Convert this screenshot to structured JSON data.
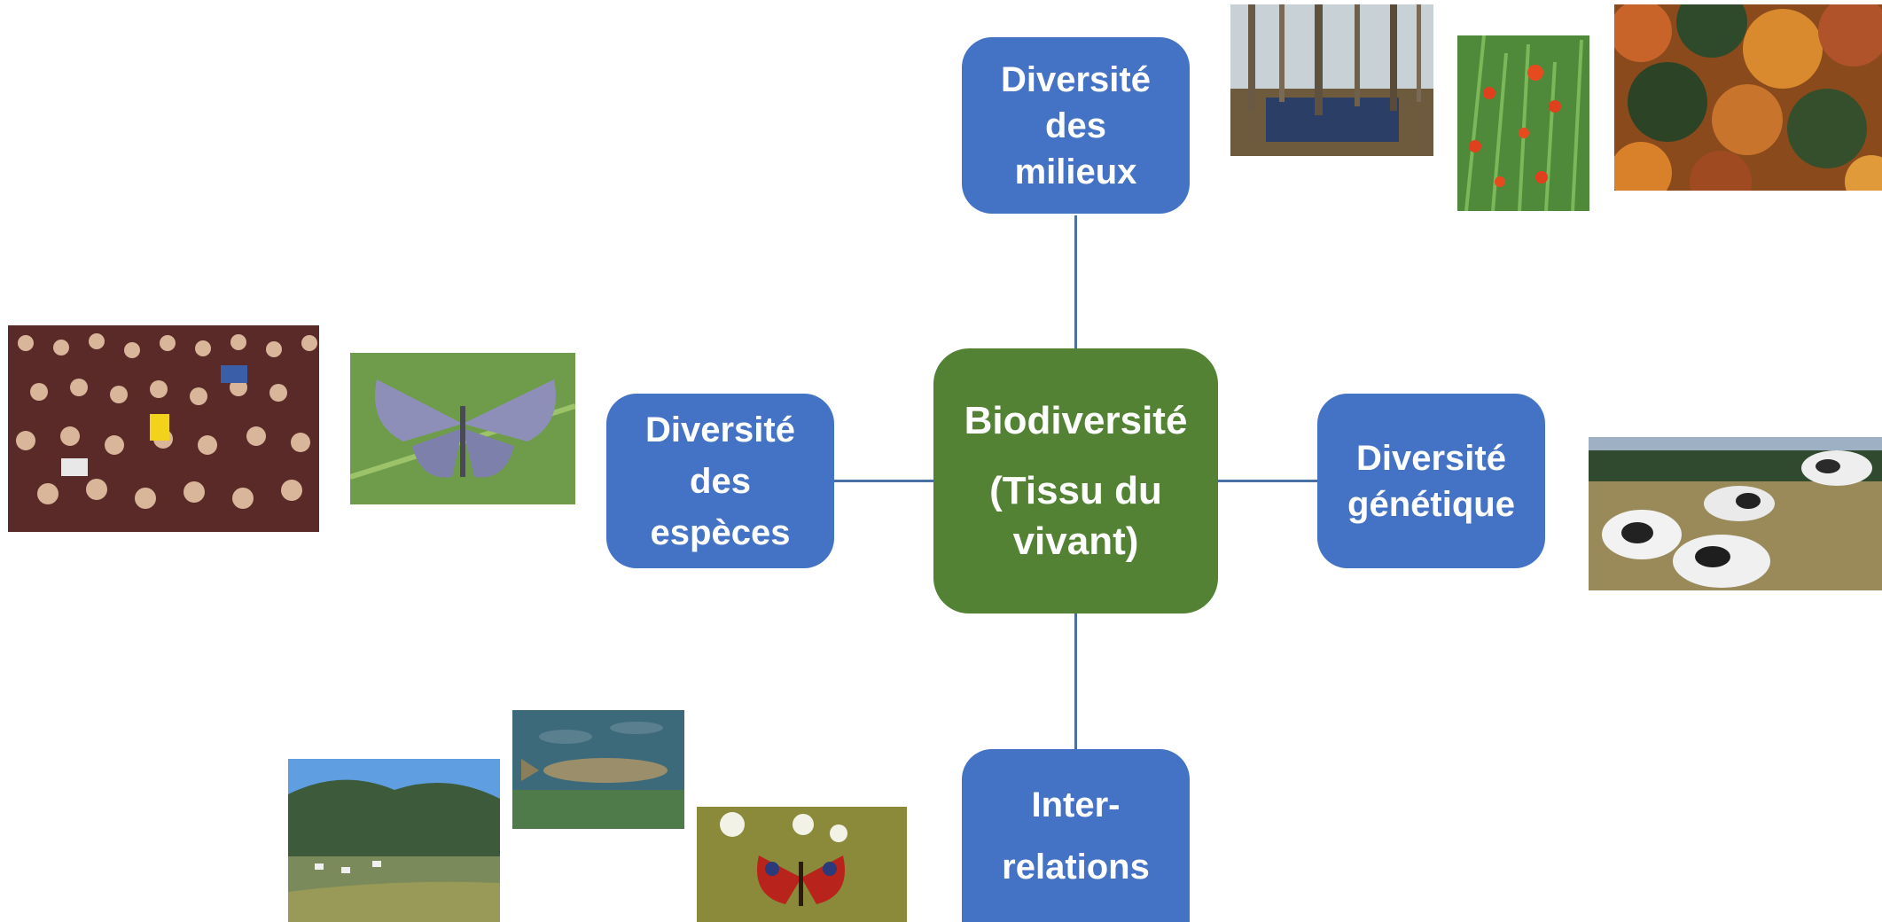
{
  "center_node": {
    "line1": "Biodiversité",
    "line2": "(Tissu du",
    "line3": "vivant)",
    "color": "#548235"
  },
  "nodes": {
    "milieux": {
      "line1": "Diversité",
      "line2": "des",
      "line3": "milieux"
    },
    "especes": {
      "line1": "Diversité",
      "line2": "des",
      "line3": "espèces"
    },
    "genetique": {
      "line1": "Diversité",
      "line2": "génétique"
    },
    "interrelations": {
      "line1": "Inter-",
      "line2": "relations"
    },
    "color": "#4472c4"
  },
  "photos": [
    {
      "name": "flooded-forest-photo",
      "depicts": "forêt inondée"
    },
    {
      "name": "poppies-photo",
      "depicts": "coquelicots"
    },
    {
      "name": "autumn-forest-photo",
      "depicts": "forêt d'automne"
    },
    {
      "name": "crowd-photo",
      "depicts": "foule"
    },
    {
      "name": "blue-butterfly-photo",
      "depicts": "papillon bleu"
    },
    {
      "name": "cows-photo",
      "depicts": "vaches"
    },
    {
      "name": "mountain-village-photo",
      "depicts": "village de montagne"
    },
    {
      "name": "trout-photo",
      "depicts": "truites"
    },
    {
      "name": "peacock-butterfly-photo",
      "depicts": "paon du jour"
    }
  ]
}
